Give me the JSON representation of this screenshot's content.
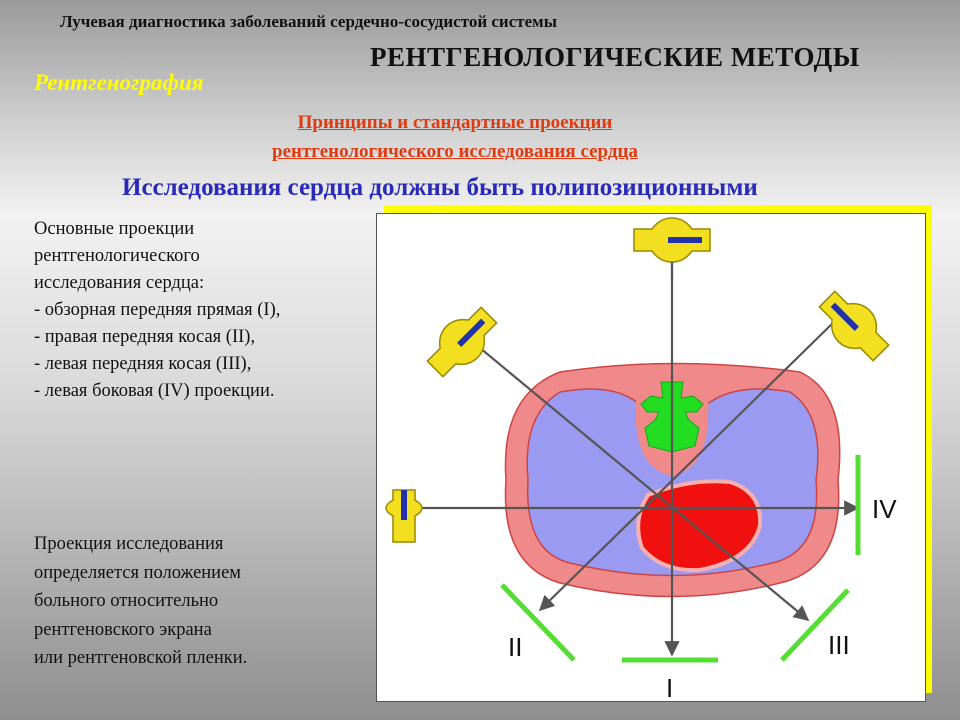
{
  "header": {
    "subtitle": "Лучевая диагностика заболеваний сердечно-сосудистой системы",
    "title": "РЕНТГЕНОЛОГИЧЕСКИЕ МЕТОДЫ"
  },
  "section_label": "Рентгенография",
  "principles": {
    "line1": "Принципы и стандартные проекции",
    "line2": "рентгенологического исследования сердца"
  },
  "statement": "Исследования сердца должны быть полипозиционными",
  "projections_text": [
    "Основные проекции",
    "рентгенологического",
    "исследования сердца:",
    "- обзорная передняя прямая (I),",
    "- правая передняя косая (II),",
    "- левая передняя косая (III),",
    "- левая боковая (IV) проекции."
  ],
  "definition_text": [
    "Проекция исследования",
    "определяется положением",
    "больного относительно",
    "рентгеновского экрана",
    "или рентгеновской пленки."
  ],
  "diagram": {
    "labels": {
      "I": "I",
      "II": "II",
      "III": "III",
      "IV": "IV"
    },
    "colors": {
      "body_outline": "#f08a8a",
      "lungs": "#9a9af2",
      "heart": "#f01010",
      "spine": "#22dd22",
      "screens": "#55dd33",
      "tubes": "#f2e020",
      "rays": "#555555"
    }
  }
}
